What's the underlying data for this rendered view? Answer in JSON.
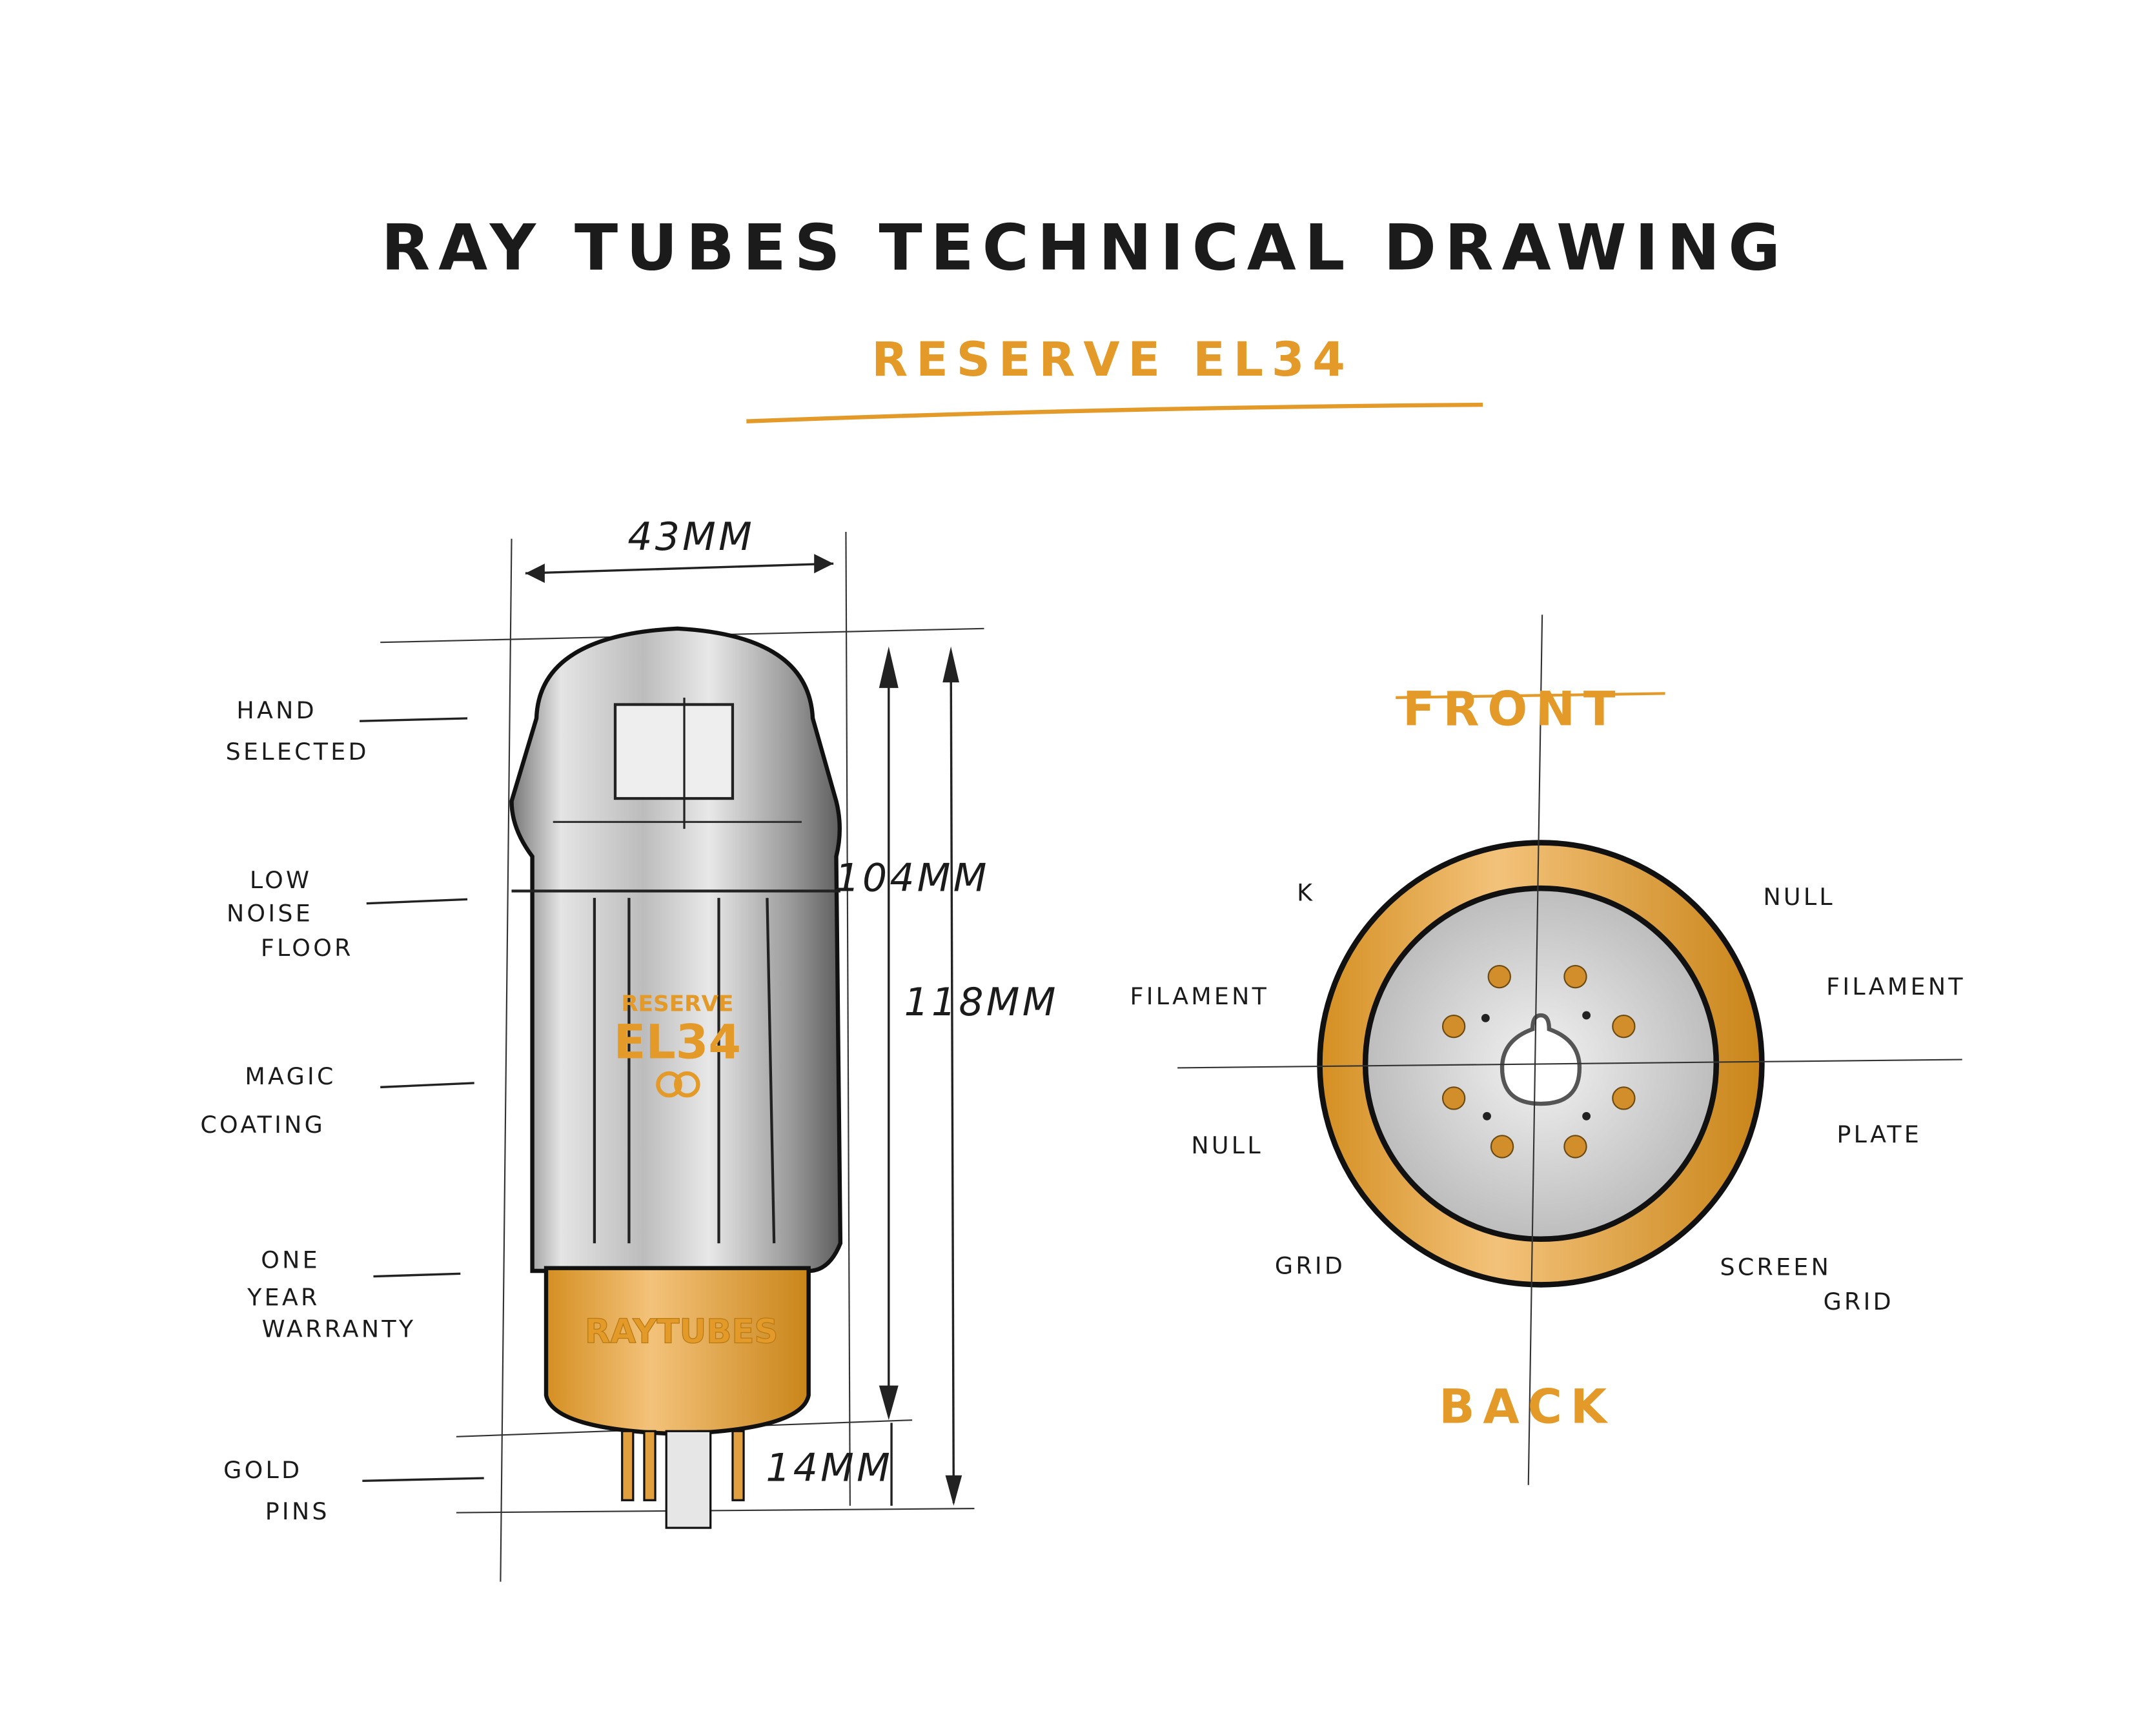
{
  "title": "RAY TUBES TECHNICAL DRAWING",
  "subtitle": "RESERVE EL34",
  "colors": {
    "accent": "#e39a28",
    "ink": "#1b1b1b",
    "glass": "#c9c9c9"
  },
  "tube": {
    "label_line1": "RESERVE",
    "label_line2": "EL34",
    "base_brand": "RAYTUBES",
    "logo_icon": "double-ring-icon"
  },
  "dimensions": {
    "width": "43MM",
    "glass_height": "104MM",
    "total_height": "118MM",
    "pin_length": "14MM"
  },
  "features": [
    {
      "lines": [
        "HAND",
        "SELECTED"
      ]
    },
    {
      "lines": [
        "LOW",
        "NOISE",
        "FLOOR"
      ]
    },
    {
      "lines": [
        "MAGIC",
        "COATING"
      ]
    },
    {
      "lines": [
        "ONE",
        "YEAR",
        "WARRANTY"
      ]
    },
    {
      "lines": [
        "GOLD",
        "PINS"
      ]
    }
  ],
  "socket": {
    "front": "FRONT",
    "back": "BACK",
    "pins": {
      "k": "K",
      "null_top_right": "NULL",
      "filament_left": "FILAMENT",
      "filament_right": "FILAMENT",
      "null_left": "NULL",
      "plate": "PLATE",
      "grid": "GRID",
      "screen_grid_1": "SCREEN",
      "screen_grid_2": "GRID"
    }
  }
}
